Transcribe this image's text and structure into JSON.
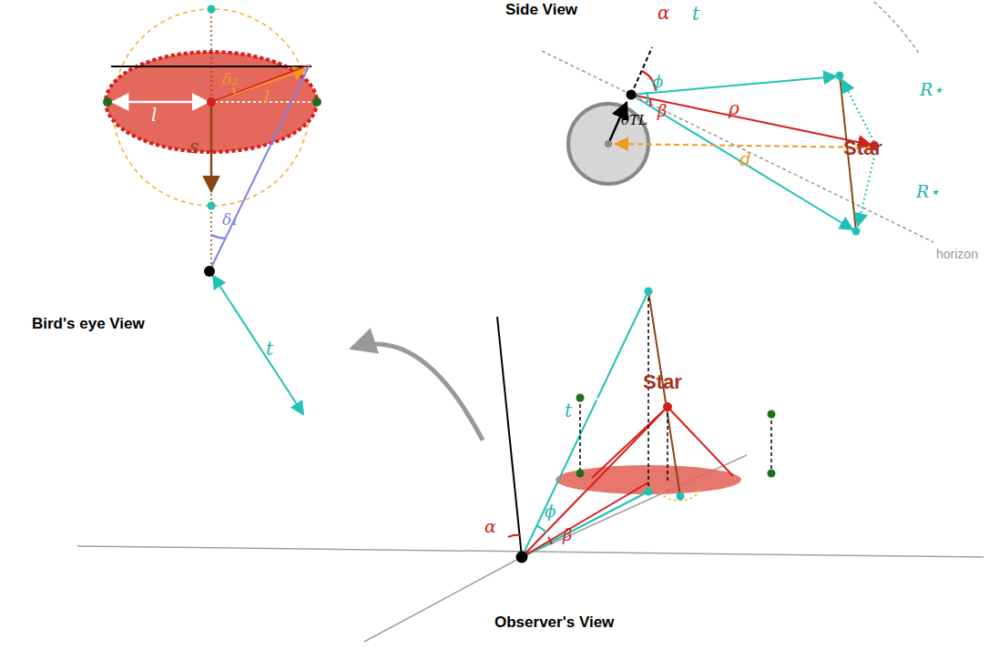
{
  "diagram": {
    "nodes": [
      {
        "text": [
          "Bird's eye View"
        ]
      },
      {
        "text": [
          "Observer's View"
        ]
      },
      {
        "text": [
          "Star"
        ]
      },
      {
        "text": [
          "Star"
        ]
      }
    ],
    "edges": [
      {
        "from": 1,
        "to": 0,
        "arrow": "to"
      }
    ],
    "labels": [
      "Side View",
      "α",
      "t",
      "ϕ",
      "ρ",
      "β",
      "θTL",
      "d",
      "R⋆",
      "R⋆",
      "horizon",
      "δ₂",
      "l",
      "l",
      "s",
      "δ₁",
      "t",
      "t",
      "ϕ",
      "α",
      "β"
    ]
  }
}
